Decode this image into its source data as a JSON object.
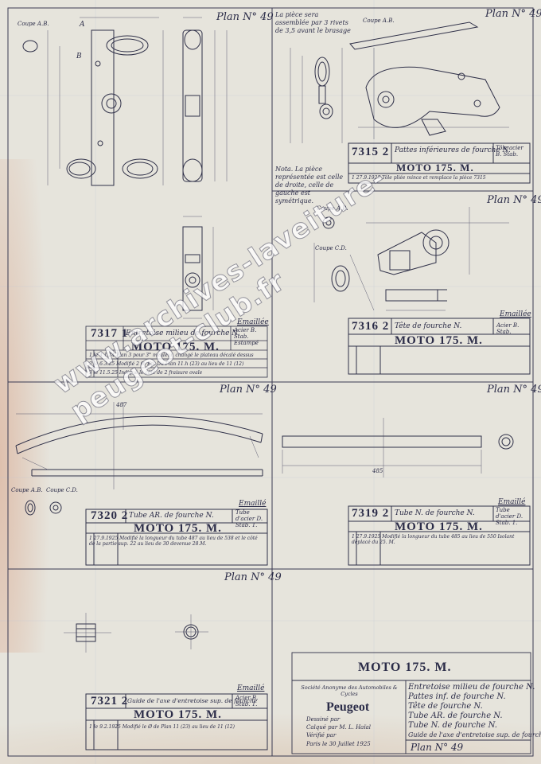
{
  "plans": [
    {
      "plan": "Plan N° 49",
      "number": "7317",
      "index": "1",
      "desc": "Entretoise milieu de fourche N.",
      "model": "MOTO 175. M.",
      "emaille": "Emaillée",
      "material": "Acier B. Stab. Estampé",
      "mods": [
        "1 le 4.1.24 Plan 3 pour 3° meuleur, changé le plateau décalé dessus",
        "2 le 6.3.25 Modifié 2 Ø. Ep. Du Plan 11.h (23) au lieu de 11 (12)",
        "3 le 11.5.25 Indiqué le côté de 2 fraisure ovale"
      ],
      "sections": [
        "Coupe A.B.",
        "A",
        "B"
      ]
    },
    {
      "plan": "Plan N° 49",
      "number": "7315",
      "index": "2",
      "desc": "Pattes inférieures de fourche N.",
      "model": "MOTO 175. M.",
      "material": "Tôle acier B. Stab.",
      "mods": [
        "1 27.9.1925 Tôle pliée mince et remplace la pièce 7315"
      ],
      "notes": [
        "La pièce sera assemblée par 3 rivets de 3,5 avant le brasage",
        "Nota. La pièce représentée est celle de droite, celle de gauche est symétrique."
      ],
      "sections": [
        "Coupe A.B."
      ]
    },
    {
      "plan": "Plan N° 49",
      "number": "7316",
      "index": "2",
      "desc": "Tête de fourche N.",
      "model": "MOTO 175. M.",
      "emaille": "Emaillée",
      "material": "Acier B. Stab.",
      "sections": [
        "Coupe A.B.",
        "Coupe C.D."
      ]
    },
    {
      "plan": "Plan N° 49",
      "number": "7320",
      "index": "2",
      "desc": "Tube AR. de fourche N.",
      "model": "MOTO 175. M.",
      "emaille": "Emaillé",
      "material": "Tube d'acier D. Stab. 1.",
      "mods": [
        "1 27.9.1925 Modifié la longueur du tube 487 au lieu de 538 et le côté de la partie sup. 22 au lieu de 30 devenue 28.M."
      ],
      "sections": [
        "Coupe A.B.",
        "Coupe C.D."
      ],
      "dim": "487"
    },
    {
      "plan": "Plan N° 49",
      "number": "7319",
      "index": "2",
      "desc": "Tube N. de fourche N.",
      "model": "MOTO 175. M.",
      "emaille": "Emaillé",
      "material": "Tube d'acier D. Stab. 1.",
      "mods": [
        "1 27.9.1925 Modifié la longueur du tube 485 au lieu de 550 Isolant déplacé du 25. M."
      ],
      "dim": "485"
    },
    {
      "plan": "Plan N° 49",
      "number": "7321",
      "index": "2",
      "desc": "Guide de l'axe d'entretoise sup. de fourche",
      "model": "MOTO 175. M.",
      "emaille": "Emaillé",
      "material": "Acier B. Stab. 1.",
      "mods": [
        "1 le 9.2.1925 Modifié le Ø de Plan 11 (23) au lieu de 11 (12)"
      ]
    }
  ],
  "cartouche": {
    "title": "MOTO 175. M.",
    "company": "Société Anonyme des Automobiles & Cycles",
    "brand": "Peugeot",
    "lines": [
      "Dessiné par",
      "Calqué par M. L. Haïal",
      "Vérifié par",
      "Paris le 30 Juillet 1925"
    ],
    "legend": [
      "Entretoise milieu de fourche N.",
      "Pattes inf. de fourche N.",
      "Tête de fourche N.",
      "Tube AR. de fourche N.",
      "Tube N. de fourche N.",
      "Guide de l'axe d'entretoise sup. de fourche"
    ],
    "plan": "Plan N° 49"
  },
  "watermark": "www.archives-laveiture-peugeot-club.fr",
  "colors": {
    "paper": "#e6e4dc",
    "ink": "#2b2c48",
    "stain": "#d9a58a"
  }
}
